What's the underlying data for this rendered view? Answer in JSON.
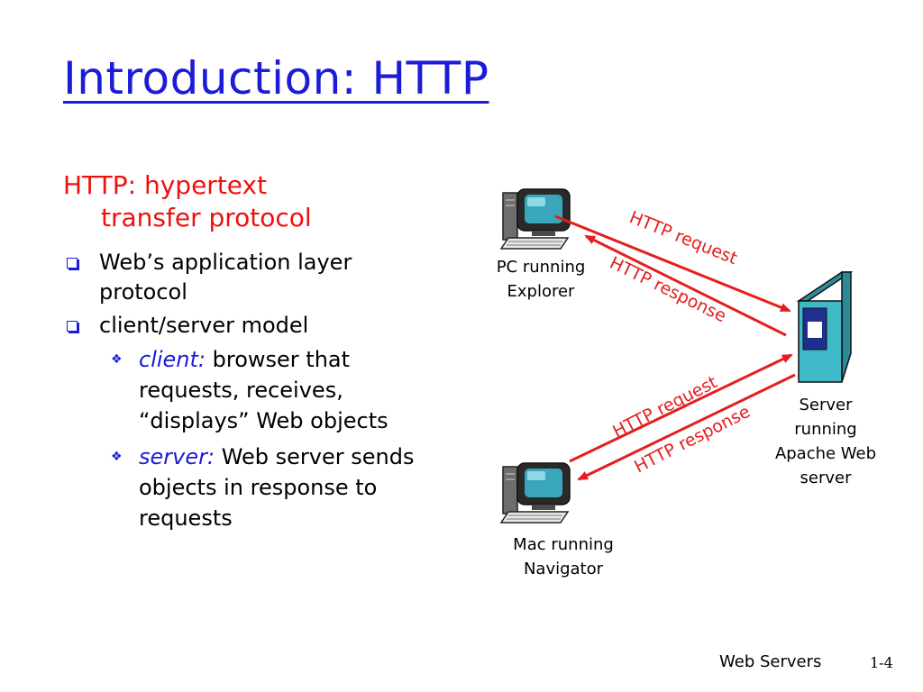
{
  "title": "Introduction: HTTP",
  "intro": {
    "line1": "HTTP: hypertext",
    "line2": "transfer protocol"
  },
  "bullets": [
    {
      "text": "Web’s application layer protocol"
    },
    {
      "text": "client/server model"
    }
  ],
  "sub_bullets": [
    {
      "lead": "client:",
      "text": " browser that requests, receives, “displays” Web objects"
    },
    {
      "lead": "server:",
      "text": " Web server sends objects in response to requests"
    }
  ],
  "diagram": {
    "pc_label": [
      "PC running",
      "Explorer"
    ],
    "mac_label": [
      "Mac running",
      "Navigator"
    ],
    "server_label": [
      "Server",
      "running",
      "Apache Web",
      "server"
    ],
    "arrow_labels": {
      "pc_request": "HTTP request",
      "pc_response": "HTTP response",
      "mac_request": "HTTP request",
      "mac_response": "HTTP response"
    },
    "colors": {
      "arrow": "#e41e1e",
      "server_body": "#3fb8c8",
      "title": "#1b1bd8",
      "accent": "#ee1111"
    }
  },
  "footer": {
    "course": "Web Servers",
    "page": "1-4"
  }
}
